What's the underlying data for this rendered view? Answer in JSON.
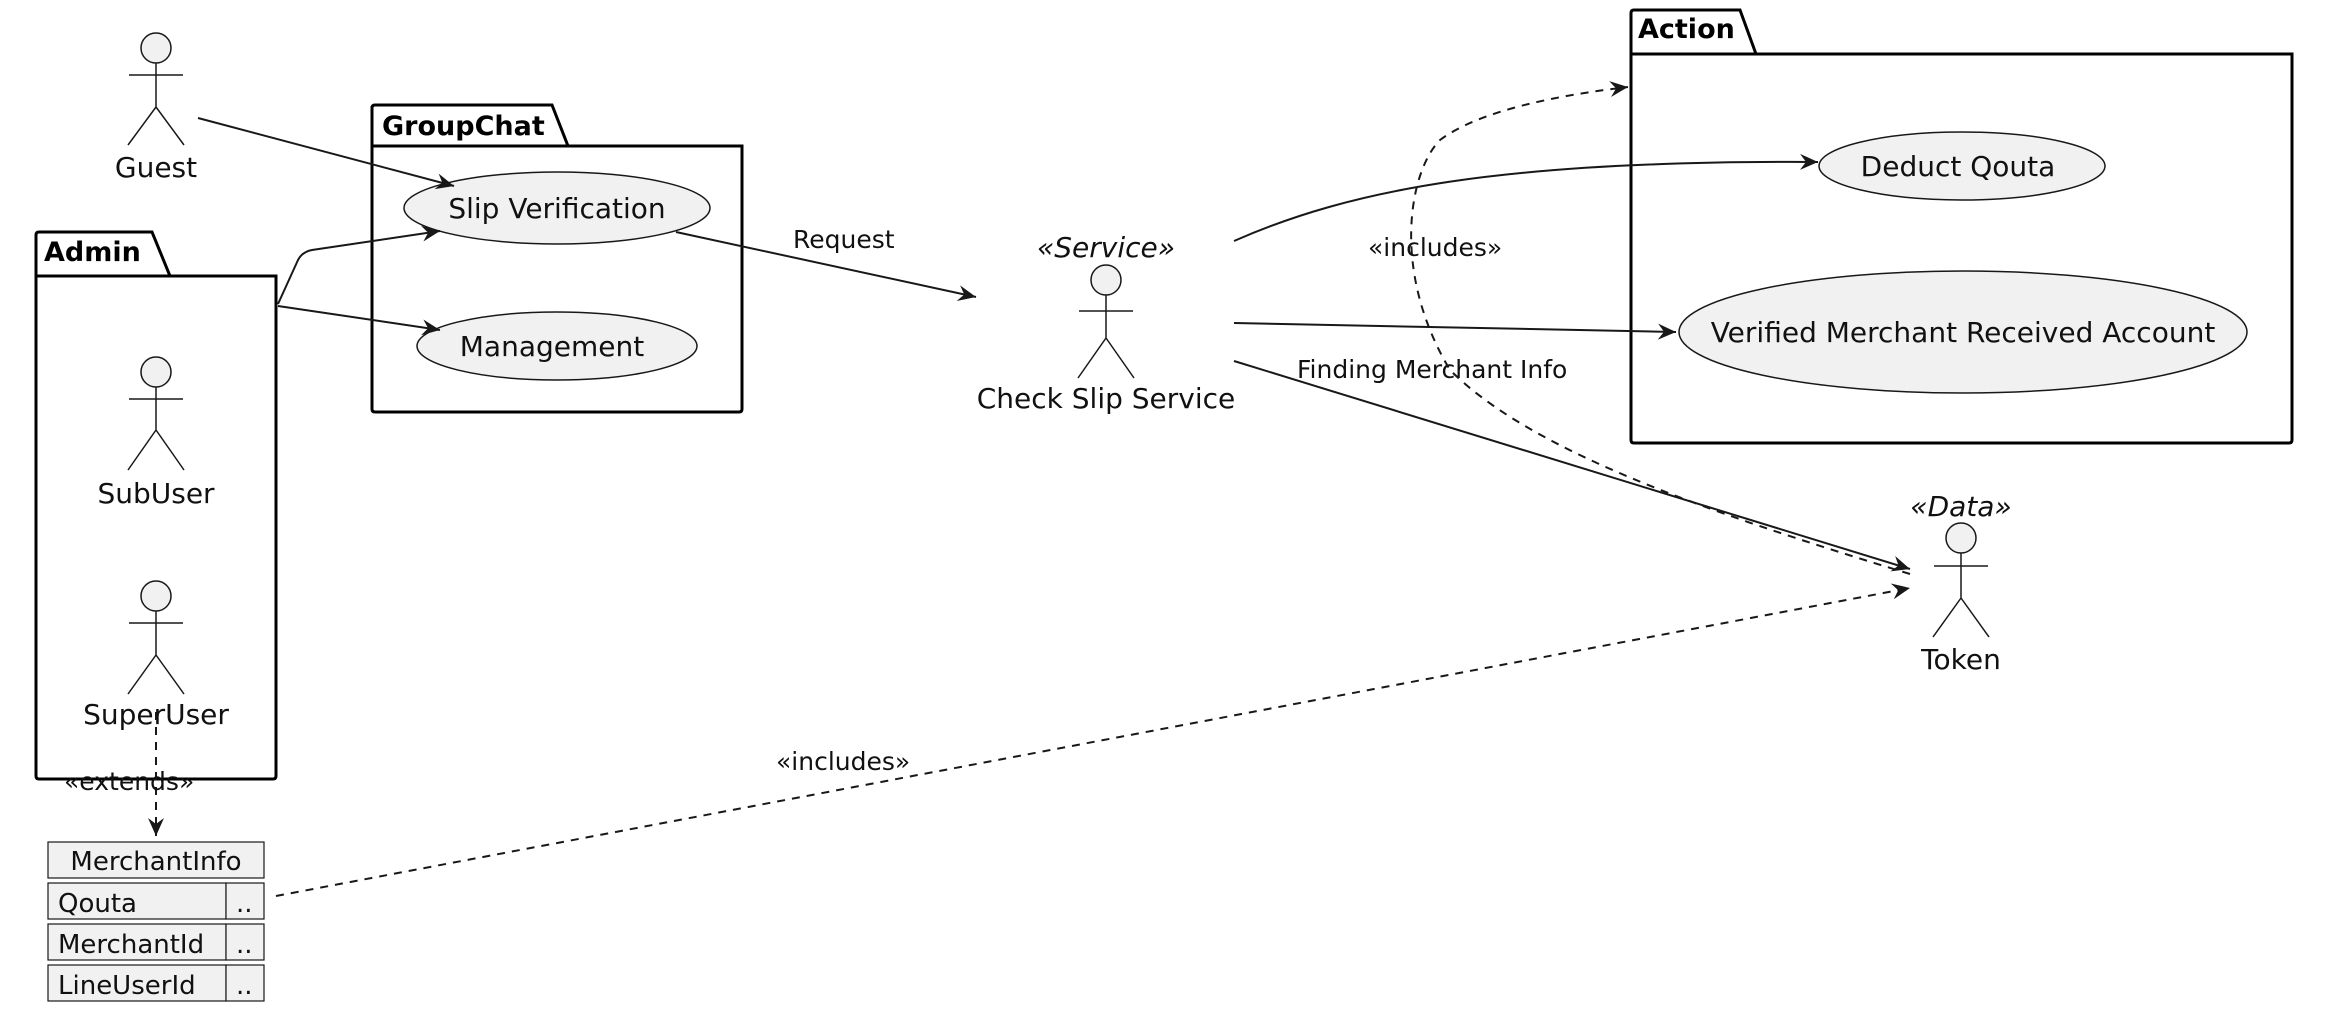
{
  "packages": {
    "groupchat": "GroupChat",
    "admin": "Admin",
    "action": "Action"
  },
  "usecases": {
    "slip_verification": "Slip Verification",
    "management": "Management",
    "deduct_quota": "Deduct Qouta",
    "verified_merchant": "Verified Merchant Received Account"
  },
  "actors": {
    "guest": "Guest",
    "subuser": "SubUser",
    "superuser": "SuperUser",
    "check_slip": "Check Slip Service",
    "token": "Token"
  },
  "stereotypes": {
    "service": "«Service»",
    "data": "«Data»"
  },
  "edge_labels": {
    "request": "Request",
    "includes_top": "«includes»",
    "finding_merchant": "Finding Merchant Info",
    "extends": "«extends»",
    "includes_bottom": "«includes»"
  },
  "merchant_table": {
    "title": "MerchantInfo",
    "rows": [
      {
        "field": "Qouta",
        "value": ".."
      },
      {
        "field": "MerchantId",
        "value": ".."
      },
      {
        "field": "LineUserId",
        "value": ".."
      }
    ]
  }
}
